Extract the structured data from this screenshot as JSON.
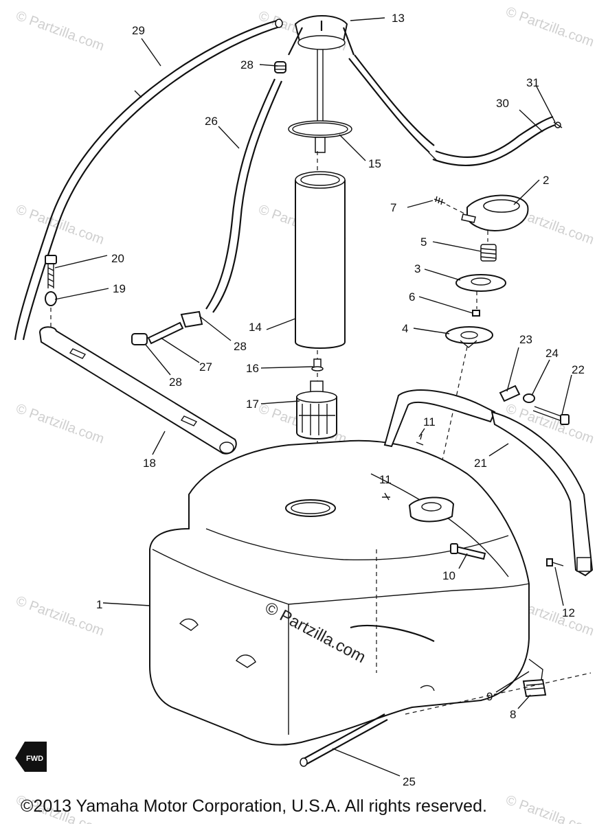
{
  "watermark": "© Partzilla.com",
  "center_watermark": "© Partzilla.com",
  "fwd_label": "FWD",
  "copyright": "©2013  Yamaha Motor Corporation, U.S.A. All rights reserved.",
  "callouts": {
    "c1": "1",
    "c2": "2",
    "c3": "3",
    "c4": "4",
    "c5": "5",
    "c6": "6",
    "c7": "7",
    "c8": "8",
    "c9": "9",
    "c10": "10",
    "c11a": "11",
    "c11b": "11",
    "c12": "12",
    "c13": "13",
    "c14": "14",
    "c15": "15",
    "c16": "16",
    "c17": "17",
    "c18": "18",
    "c19": "19",
    "c20": "20",
    "c21": "21",
    "c22": "22",
    "c23": "23",
    "c24": "24",
    "c25": "25",
    "c26": "26",
    "c27": "27",
    "c28a": "28",
    "c28b": "28",
    "c28c": "28",
    "c29": "29",
    "c30": "30",
    "c31": "31"
  }
}
